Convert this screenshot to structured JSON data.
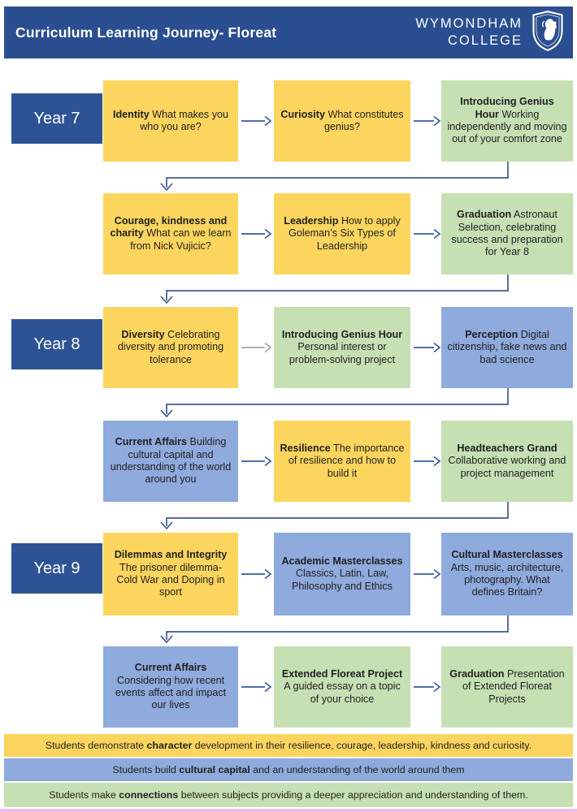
{
  "header": {
    "title": "Curriculum Learning Journey- Floreat",
    "school_line1": "WYMONDHAM",
    "school_line2": "COLLEGE"
  },
  "colors": {
    "header_navy": "#2a4e8f",
    "year_box_blue": "#2e5394",
    "box_yellow": "#fcd55f",
    "box_green": "#c6e0b4",
    "box_blue": "#8faadc",
    "arrow_blue": "#3a5a9e",
    "arrow_gray": "#a6a6a6",
    "bottom_pink_line": "#ecbdec"
  },
  "rows": [
    {
      "year": "Year 7",
      "boxes": [
        {
          "title": "Identity",
          "body": "What makes you who you are?"
        },
        {
          "title": "Curiosity",
          "body": "What constitutes genius?"
        },
        {
          "title": "Introducing Genius Hour",
          "body": "Working independently and moving out of your comfort zone"
        }
      ]
    },
    {
      "boxes": [
        {
          "title": "Courage, kindness and charity",
          "body": "What can we learn from Nick Vujicic?"
        },
        {
          "title": "Leadership",
          "body": "How to apply Goleman’s Six Types of Leadership"
        },
        {
          "title": "Graduation",
          "body": "Astronaut Selection, celebrating success and preparation for Year 8"
        }
      ]
    },
    {
      "year": "Year 8",
      "boxes": [
        {
          "title": "Diversity",
          "body": "Celebrating diversity and promoting tolerance"
        },
        {
          "title": "Introducing Genius Hour",
          "body": "Personal interest or problem-solving project"
        },
        {
          "title": "Perception",
          "body": "Digital citizenship, fake news and bad science"
        }
      ]
    },
    {
      "boxes": [
        {
          "title": "Current Affairs",
          "body": "Building cultural capital and understanding of the world around you"
        },
        {
          "title": "Resilience",
          "body": "The importance of resilience and how to build it"
        },
        {
          "title": "Headteachers Grand",
          "body": "Collaborative working and project management"
        }
      ]
    },
    {
      "year": "Year 9",
      "boxes": [
        {
          "title": "Dilemmas and Integrity",
          "body": "The prisoner dilemma- Cold War and Doping in sport"
        },
        {
          "title": "Academic Masterclasses",
          "body": "Classics, Latin, Law, Philosophy and Ethics"
        },
        {
          "title": "Cultural Masterclasses",
          "body": "Arts, music, architecture, photography. What defines Britain?"
        }
      ]
    },
    {
      "boxes": [
        {
          "title": "Current Affairs",
          "body": "Considering how recent events affect and impact our lives"
        },
        {
          "title": "Extended Floreat Project",
          "body": "A guided essay on a topic of your choice"
        },
        {
          "title": "Graduation",
          "body": "Presentation of Extended Floreat Projects"
        }
      ]
    }
  ],
  "footer": [
    {
      "pre": "Students demonstrate ",
      "bold": "character",
      "post": " development in their resilience, courage, leadership, kindness and curiosity."
    },
    {
      "pre": "Students build ",
      "bold": "cultural capital",
      "post": " and an understanding of the world around them"
    },
    {
      "pre": "Students make ",
      "bold": "connections",
      "post": " between subjects providing a deeper appreciation and understanding of them."
    }
  ]
}
